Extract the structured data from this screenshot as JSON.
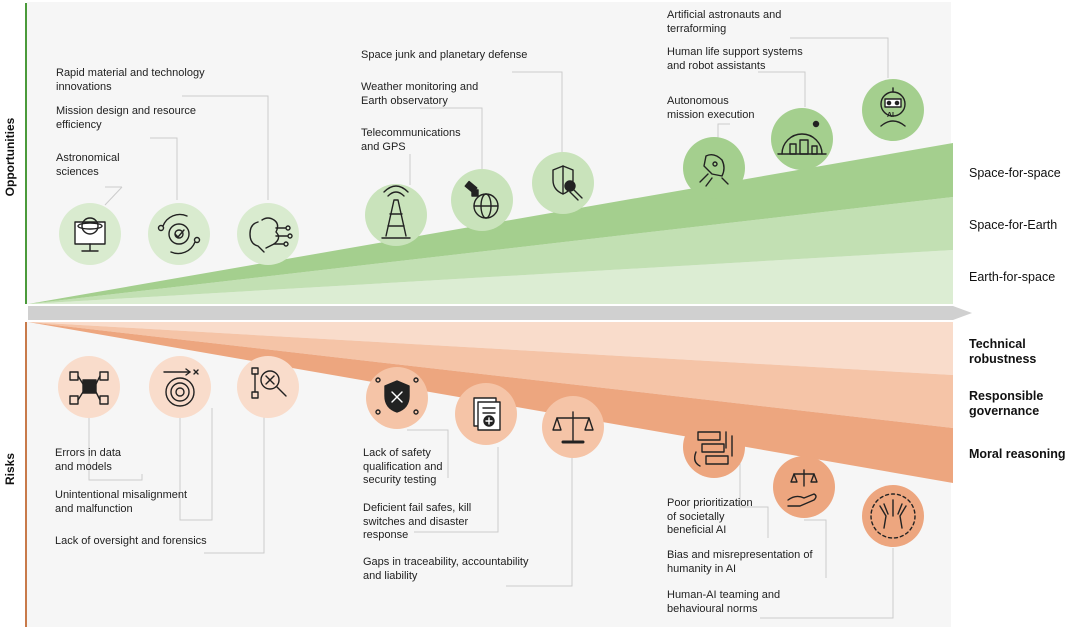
{
  "sections": {
    "opportunities_label": "Opportunities",
    "risks_label": "Risks"
  },
  "bands": {
    "opportunities": [
      "Space-for-space",
      "Space-for-Earth",
      "Earth-for-space"
    ],
    "risks": [
      "Technical robustness",
      "Responsible governance",
      "Moral reasoning"
    ]
  },
  "opportunity_labels": {
    "rapid_material": "Rapid material and technology innovations",
    "mission_design": "Mission design and resource efficiency",
    "astronomical_sciences": "Astronomical sciences",
    "space_junk": "Space junk and planetary defense",
    "weather_monitoring": "Weather monitoring and Earth observatory",
    "telecommunications": "Telecommunications and GPS",
    "artificial_astronauts": "Artificial astronauts and terraforming",
    "human_life_support": "Human life support systems and robot assistants",
    "autonomous_mission": "Autonomous mission execution"
  },
  "risk_labels": {
    "errors_in_data": "Errors in data and models",
    "unintentional_misalignment": "Unintentional misalignment and malfunction",
    "lack_of_oversight": "Lack of oversight and forensics",
    "lack_of_safety": "Lack of safety qualification and security testing",
    "deficient_fail_safes": "Deficient fail safes, kill switches and disaster response",
    "gaps_in_traceability": "Gaps in traceability, accountability and liability",
    "poor_prioritization": "Poor prioritization of societally beneficial AI",
    "bias_misrepresentation": "Bias and misrepresentation of humanity in AI",
    "human_ai_teaming": "Human-AI teaming and behavioural norms"
  },
  "icons": {
    "robot_badge_text": "AI"
  },
  "colors": {
    "opportunity_dark": "#a4cf8e",
    "opportunity_mid": "#c2e0b3",
    "opportunity_light": "#dcedd3",
    "risk_light": "#f9dccb",
    "risk_mid": "#f5c4a7",
    "risk_dark": "#eda67f",
    "axis": "#d0d0d0",
    "opportunity_rule": "#4a9a3a",
    "risk_rule": "#c87a4a"
  }
}
